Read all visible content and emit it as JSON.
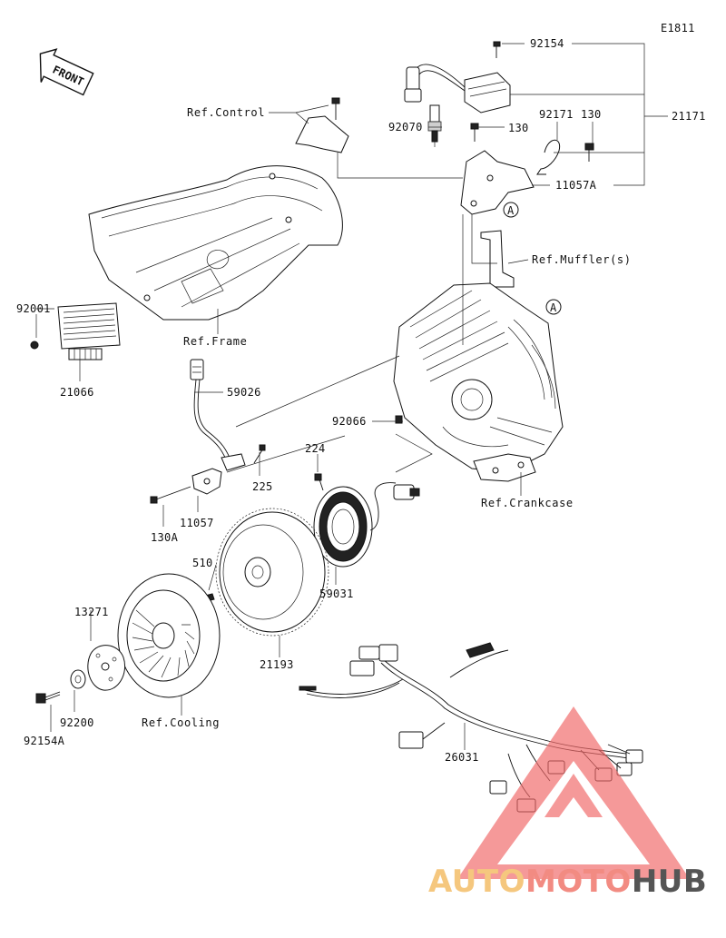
{
  "diagram_code": "E1811",
  "front_label": "FRONT",
  "refs": {
    "control": "Ref.Control",
    "frame": "Ref.Frame",
    "mufflers": "Ref.Muffler(s)",
    "crankcase": "Ref.Crankcase",
    "cooling": "Ref.Cooling"
  },
  "circle_marker": "A",
  "parts": {
    "p92154": "92154",
    "p92070": "92070",
    "p130_top": "130",
    "p92171": "92171",
    "p130_right": "130",
    "p21171": "21171",
    "p11057A": "11057A",
    "p92001": "92001",
    "p21066": "21066",
    "p59026": "59026",
    "p92066": "92066",
    "p224": "224",
    "p225": "225",
    "p130A": "130A",
    "p11057": "11057",
    "p510": "510",
    "p59031": "59031",
    "p13271": "13271",
    "p21193": "21193",
    "p92200": "92200",
    "p92154A": "92154A",
    "p26031": "26031"
  },
  "watermark": {
    "part1": "AUTO",
    "part2": "MOTO",
    "part3": "HUB",
    "color1": "#f5c77e",
    "color2": "#f28b82",
    "color3": "#555555",
    "triangle_color": "#f06a6a"
  }
}
